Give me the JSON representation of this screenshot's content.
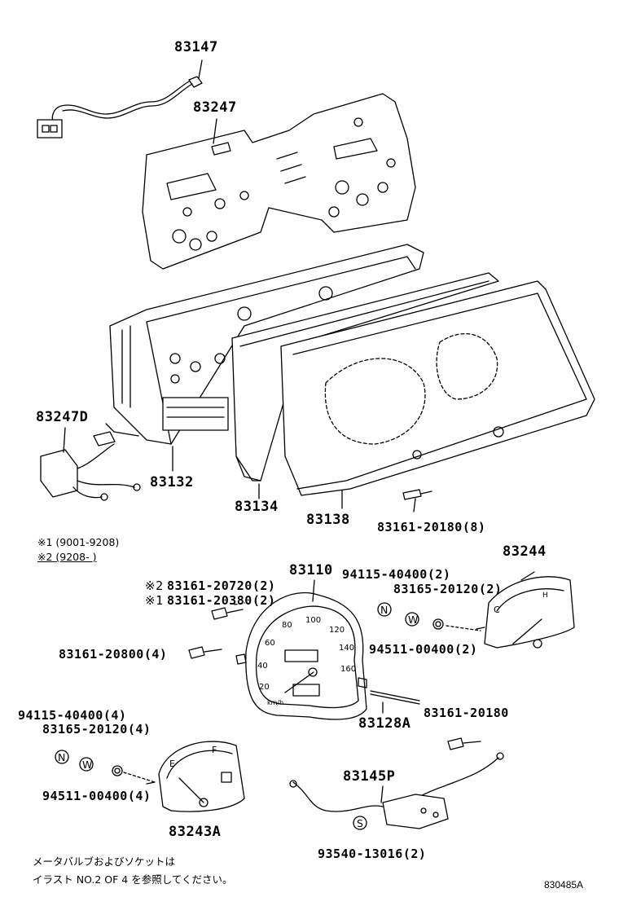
{
  "part_labels": {
    "p83147": "83147",
    "p83247": "83247",
    "p83247D": "83247D",
    "p83132": "83132",
    "p83134": "83134",
    "p83138": "83138",
    "p83161_20180_8": "83161-20180(8)",
    "p83244": "83244",
    "p83110": "83110",
    "p94115_40400_2": "94115-40400(2)",
    "p83165_20120_2": "83165-20120(2)",
    "p94511_00400_2": "94511-00400(2)",
    "p83161_20720_2": "83161-20720(2)",
    "p83161_20380_2": "83161-20380(2)",
    "p83161_20800_4": "83161-20800(4)",
    "p83128A": "83128A",
    "p83161_20180": "83161-20180",
    "p94115_40400_4": "94115-40400(4)",
    "p83165_20120_4": "83165-20120(4)",
    "p94511_00400_4": "94511-00400(4)",
    "p83243A": "83243A",
    "p83145P": "83145P",
    "p93540_13016_2": "93540-13016(2)"
  },
  "callouts": {
    "mark1_20720": "※2",
    "mark2_20380": "※1",
    "circle_N_right": "N",
    "circle_W_right": "W",
    "circle_N_left": "N",
    "circle_W_left": "W",
    "circle_S": "S"
  },
  "legend": {
    "line1": "※1 (9001-9208)",
    "line2": "※2 (9208-       )"
  },
  "gauge_text": {
    "speed_marks": [
      "20",
      "40",
      "60",
      "80",
      "100",
      "120",
      "140",
      "160"
    ],
    "speed_unit": "km/h",
    "fuel_e": "E",
    "fuel_f": "F",
    "temp_c": "C",
    "temp_h": "H"
  },
  "footnote": {
    "line1": "メータバルブおよびソケットは",
    "line2": "イラスト NO.2 OF 4 を参照してください。"
  },
  "figure_number": "830485A"
}
